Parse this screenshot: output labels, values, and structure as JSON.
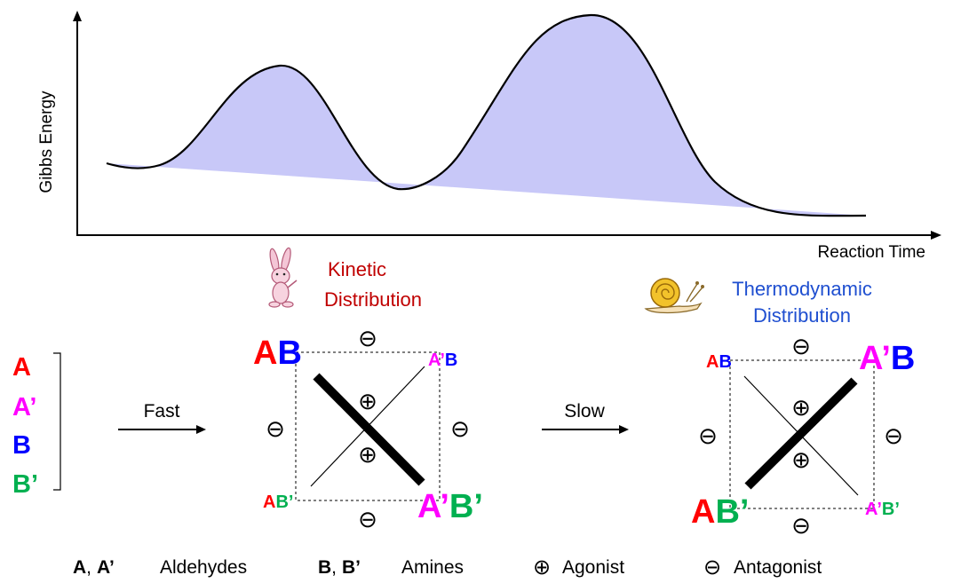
{
  "energy_plot": {
    "ylabel": "Gibbs Energy",
    "xlabel": "Reaction Time",
    "fill_color": "#c8c8f8"
  },
  "kinetic": {
    "title_line1": "Kinetic",
    "title_line2": "Distribution",
    "color": "#c00000",
    "icon": "rabbit-icon"
  },
  "thermodynamic": {
    "title_line1": "Thermodynamic",
    "title_line2": "Distribution",
    "color": "#1f4fd0",
    "icon": "snail-icon"
  },
  "colors": {
    "A": "#ff0000",
    "A_prime": "#ff00ff",
    "B": "#0000ff",
    "B_prime": "#00b050"
  },
  "reagents": {
    "A": "A",
    "A_prime": "A’",
    "B": "B",
    "B_prime": "B’"
  },
  "steps": {
    "fast": "Fast",
    "slow": "Slow"
  },
  "symbols": {
    "agonist": "⊕",
    "antagonist": "⊖"
  },
  "legend": {
    "aldehydes_a": "A",
    "aldehydes_sep": ",",
    "aldehydes_ap": "A’",
    "aldehydes_label": "Aldehydes",
    "amines_b": "B",
    "amines_sep": ",",
    "amines_bp": "B’",
    "amines_label": "Amines",
    "agonist_label": "Agonist",
    "antagonist_label": "Antagonist"
  }
}
